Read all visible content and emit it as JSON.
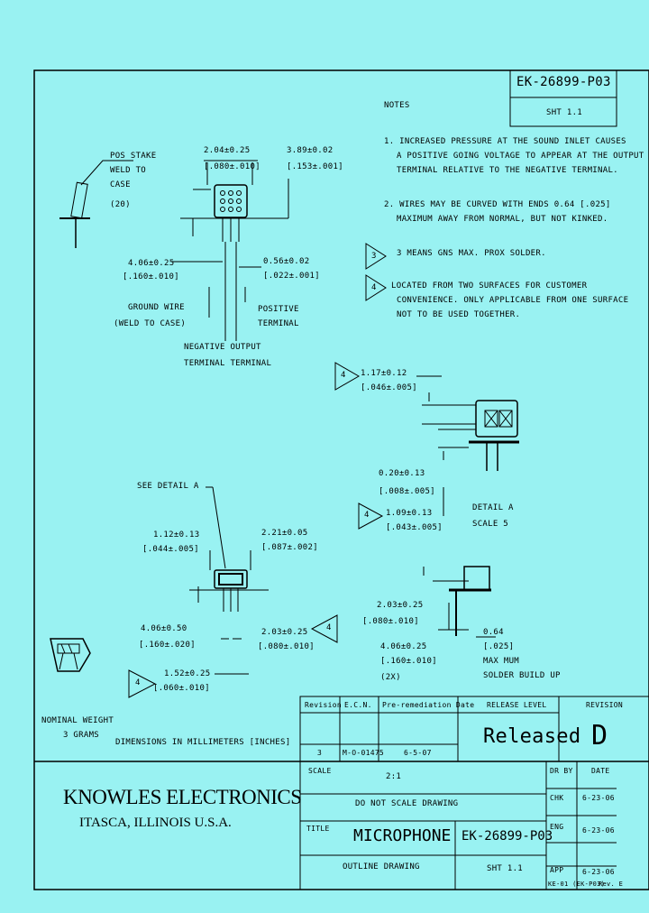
{
  "title_block": {
    "drawing_number": "EK-26899-P03",
    "sheet": "SHT 1.1",
    "revision_letter": "D",
    "release_status": "Released",
    "company_name": "KNOWLES ELECTRONICS",
    "company_location": "ITASCA, ILLINOIS U.S.A.",
    "scale": "2:1",
    "scale_label": "SCALE",
    "do_not_scale": "DO NOT SCALE DRAWING",
    "title_label": "TITLE",
    "title": "MICROPHONE",
    "subtitle": "OUTLINE DRAWING",
    "title_drawing_number": "EK-26899-P03",
    "title_sheet": "SHT 1.1",
    "header_revision": "Revision",
    "header_ecn": "E.C.N.",
    "header_pre_remediation": "Pre-remediation Date",
    "header_release_level": "RELEASE LEVEL",
    "header_revision_short": "REVISION",
    "row_rev": "3",
    "row_ecn": "M-O-01475",
    "row_date": "6-5-07",
    "sign_dr": "DR BY",
    "sign_dr_date": "DATE",
    "sign_chk": "CHK",
    "sign_chk_date": "6-23-06",
    "sign_eng": "ENG",
    "sign_eng_date": "6-23-06",
    "sign_app": "APP",
    "sign_app_date": "6-23-06",
    "footer_left": "KE-01 (EK-P03)",
    "footer_right": "Rev. E",
    "nominal_weight": "NOMINAL WEIGHT",
    "weight_value": "3 GRAMS",
    "dimensions_note": "DIMENSIONS IN MILLIMETERS [INCHES]"
  },
  "notes": {
    "heading": "NOTES",
    "note1_line1": "1. INCREASED PRESSURE AT THE SOUND INLET CAUSES",
    "note1_line2": "A POSITIVE GOING VOLTAGE TO APPEAR AT THE OUTPUT",
    "note1_line3": "TERMINAL RELATIVE TO THE NEGATIVE TERMINAL.",
    "note2_line1": "2. WIRES MAY BE CURVED WITH ENDS 0.64 [.025]",
    "note2_line2": "MAXIMUM AWAY FROM NORMAL, BUT NOT KINKED.",
    "note3": "3 MEANS GNS MAX. PROX SOLDER.",
    "note4_line1": "LOCATED FROM TWO SURFACES FOR CUSTOMER",
    "note4_line2": "CONVENIENCE. ONLY APPLICABLE FROM ONE SURFACE",
    "note4_line3": "NOT TO BE USED TOGETHER.",
    "flag3": "3",
    "flag4": "4"
  },
  "top_view": {
    "pos_stake_1": "POS STAKE",
    "pos_stake_2": "WELD TO",
    "pos_stake_3": "CASE",
    "pos_stake_4": "(20)",
    "dim_a1": "2.04±0.25",
    "dim_a2": "[.080±.010]",
    "dim_b1": "3.89±0.02",
    "dim_b2": "[.153±.001]",
    "dim_c1": "4.06±0.25",
    "dim_c2": "[.160±.010]",
    "dim_d1": "0.56±0.02",
    "dim_d2": "[.022±.001]",
    "ground_1": "GROUND WIRE",
    "ground_2": "(WELD TO CASE)",
    "pos_term_1": "POSITIVE",
    "pos_term_2": "TERMINAL",
    "neg_term_1": "NEGATIVE  OUTPUT",
    "neg_term_2": "TERMINAL  TERMINAL"
  },
  "detail": {
    "flag": "4",
    "dim_e1": "1.17±0.12",
    "dim_e2": "[.046±.005]",
    "dim_f1": "0.20±0.13",
    "dim_f2": "[.008±.005]",
    "flag2": "4",
    "dim_g1": "1.09±0.13",
    "dim_g2": "[.043±.005]",
    "label_1": "DETAIL  A",
    "label_2": "SCALE  5"
  },
  "bottom_view": {
    "see_detail": "SEE DETAIL  A",
    "dim_h1": "1.12±0.13",
    "dim_h2": "[.044±.005]",
    "dim_i1": "2.21±0.05",
    "dim_i2": "[.087±.002]",
    "dim_j1": "4.06±0.50",
    "dim_j2": "[.160±.020]",
    "flag": "4",
    "dim_k1": "2.03±0.25",
    "dim_k2": "[.080±.010]",
    "flag2": "4",
    "dim_l1": "1.52±0.25",
    "dim_l2": "[.060±.010]"
  },
  "side_view": {
    "dim_m1": "2.03±0.25",
    "dim_m2": "[.080±.010]",
    "dim_n1": "4.06±0.25",
    "dim_n2": "[.160±.010]",
    "dim_n3": "(2X)",
    "dim_o1": "0.64",
    "dim_o2": "[.025]",
    "dim_o3": "MAX MUM",
    "dim_o4": "SOLDER BUILD UP"
  }
}
